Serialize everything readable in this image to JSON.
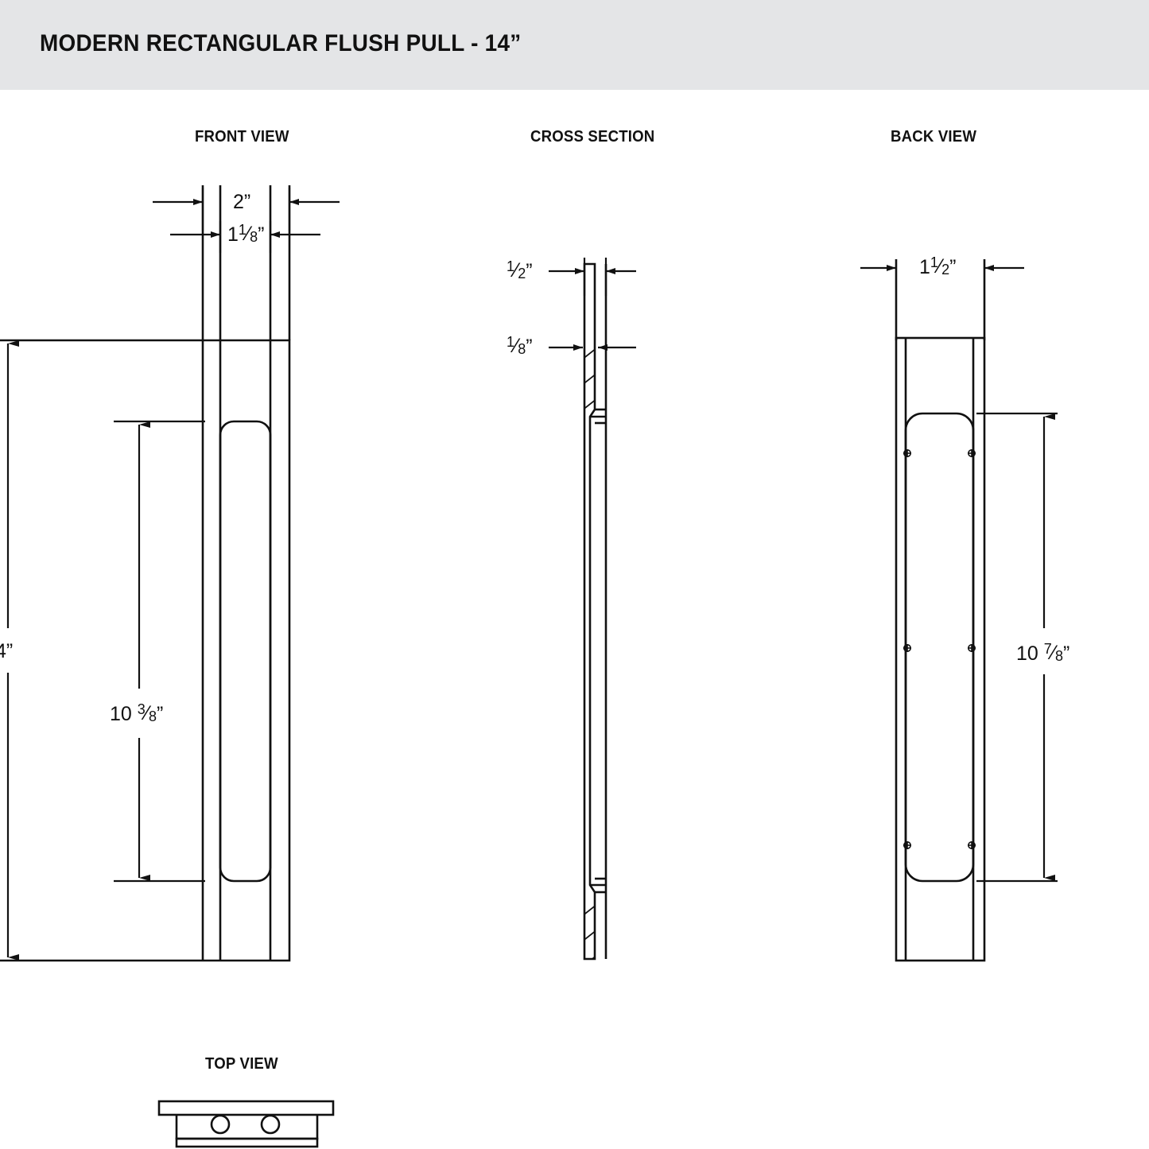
{
  "header": {
    "title": "MODERN RECTANGULAR FLUSH PULL - 14”",
    "background_color": "#e4e5e7",
    "text_color": "#111111"
  },
  "drawing": {
    "line_color": "#111111",
    "background_color": "#ffffff"
  },
  "views": {
    "front": {
      "label": "FRONT VIEW",
      "dimensions": {
        "outer_width": "2”",
        "inner_width_whole": "1",
        "inner_width_num": "1",
        "inner_width_den": "8",
        "inner_width_unit": "”",
        "overall_height": "4”",
        "recess_height_whole": "10",
        "recess_height_num": "3",
        "recess_height_den": "8",
        "recess_height_unit": "”"
      }
    },
    "cross_section": {
      "label": "CROSS SECTION",
      "dimensions": {
        "depth_num": "1",
        "depth_den": "2",
        "depth_unit": "”",
        "thickness_num": "1",
        "thickness_den": "8",
        "thickness_unit": "”"
      }
    },
    "back": {
      "label": "BACK VIEW",
      "dimensions": {
        "width_whole": "1",
        "width_num": "1",
        "width_den": "2",
        "width_unit": "”",
        "height_whole": "10",
        "height_num": "7",
        "height_den": "8",
        "height_unit": "”"
      }
    },
    "top": {
      "label": "TOP VIEW"
    }
  }
}
